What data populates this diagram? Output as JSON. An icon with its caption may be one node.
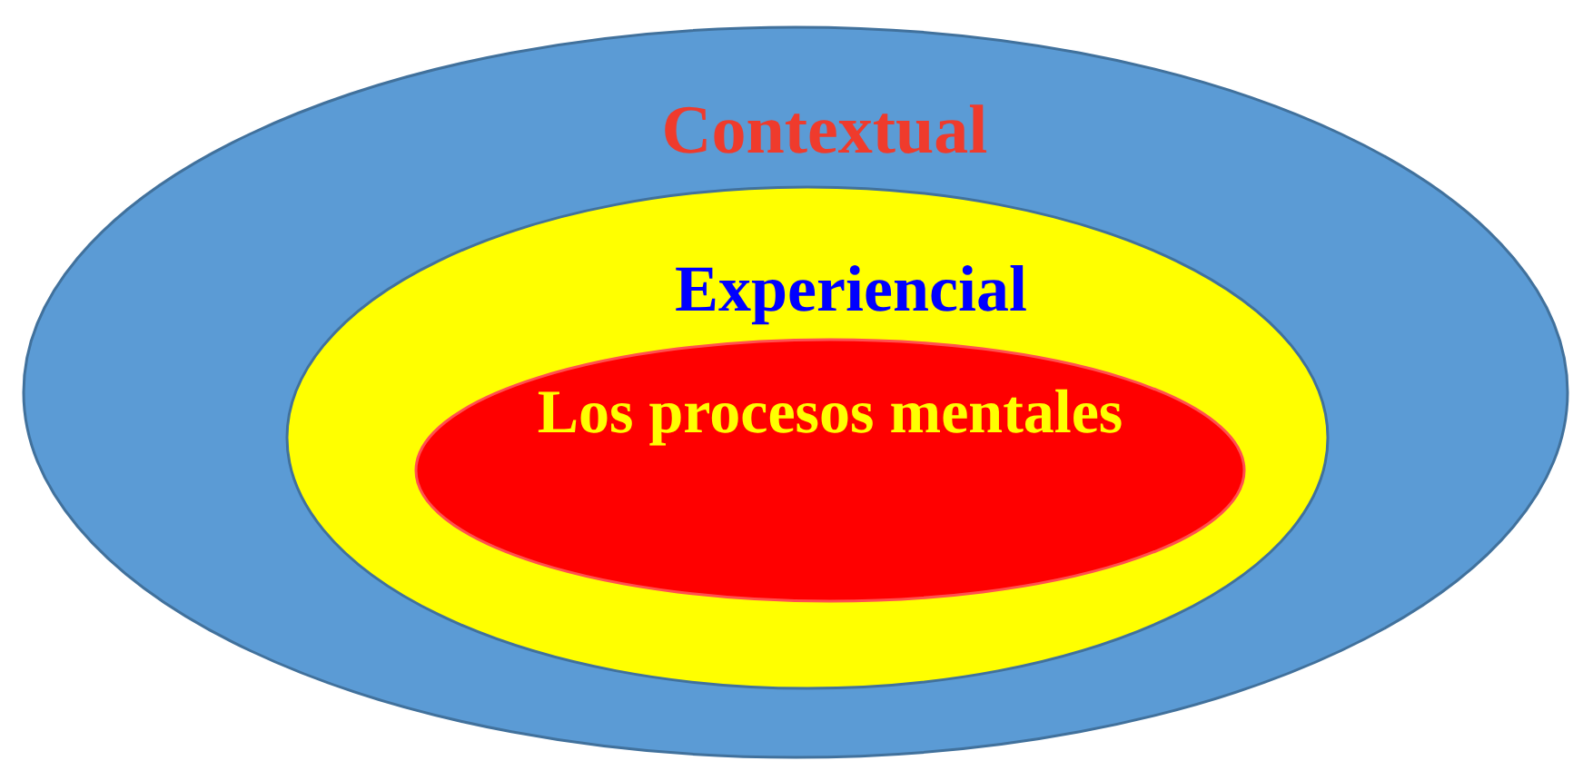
{
  "diagram": {
    "nodes": [
      {
        "text": [
          "Contextual"
        ]
      },
      {
        "text": [
          "Experiencial"
        ],
        "in": 0
      },
      {
        "text": [
          "Los procesos mentales"
        ],
        "in": 1
      }
    ]
  }
}
